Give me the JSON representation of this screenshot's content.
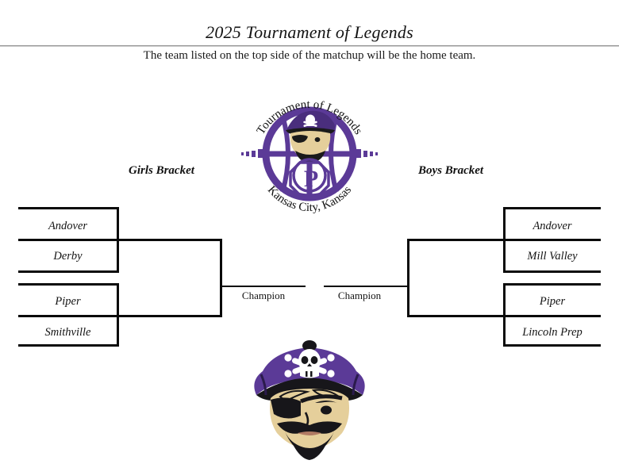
{
  "header": {
    "title": "2025 Tournament of Legends",
    "subtitle": "The team listed on the top side of the matchup will be the home team."
  },
  "colors": {
    "purple": "#5B3A97",
    "purple_dark": "#4A2E7D",
    "line_black": "#0a0a0a",
    "skin_tan": "#E5CF9B",
    "rule_gray": "#9a9a9a"
  },
  "logo": {
    "name": "tournament-of-legends-emblem",
    "arc_top_text": "Tournament of Legends",
    "arc_bottom_text": "Kansas City, Kansas",
    "monogram": "P"
  },
  "mascot": {
    "name": "pirate-mascot"
  },
  "brackets": {
    "girls": {
      "heading": "Girls Bracket",
      "champion_label": "Champion",
      "matchups": [
        {
          "top": "Andover",
          "bottom": "Derby"
        },
        {
          "top": "Piper",
          "bottom": "Smithville"
        }
      ]
    },
    "boys": {
      "heading": "Boys Bracket",
      "champion_label": "Champion",
      "matchups": [
        {
          "top": "Andover",
          "bottom": "Mill Valley"
        },
        {
          "top": "Piper",
          "bottom": "Lincoln Prep"
        }
      ]
    }
  }
}
